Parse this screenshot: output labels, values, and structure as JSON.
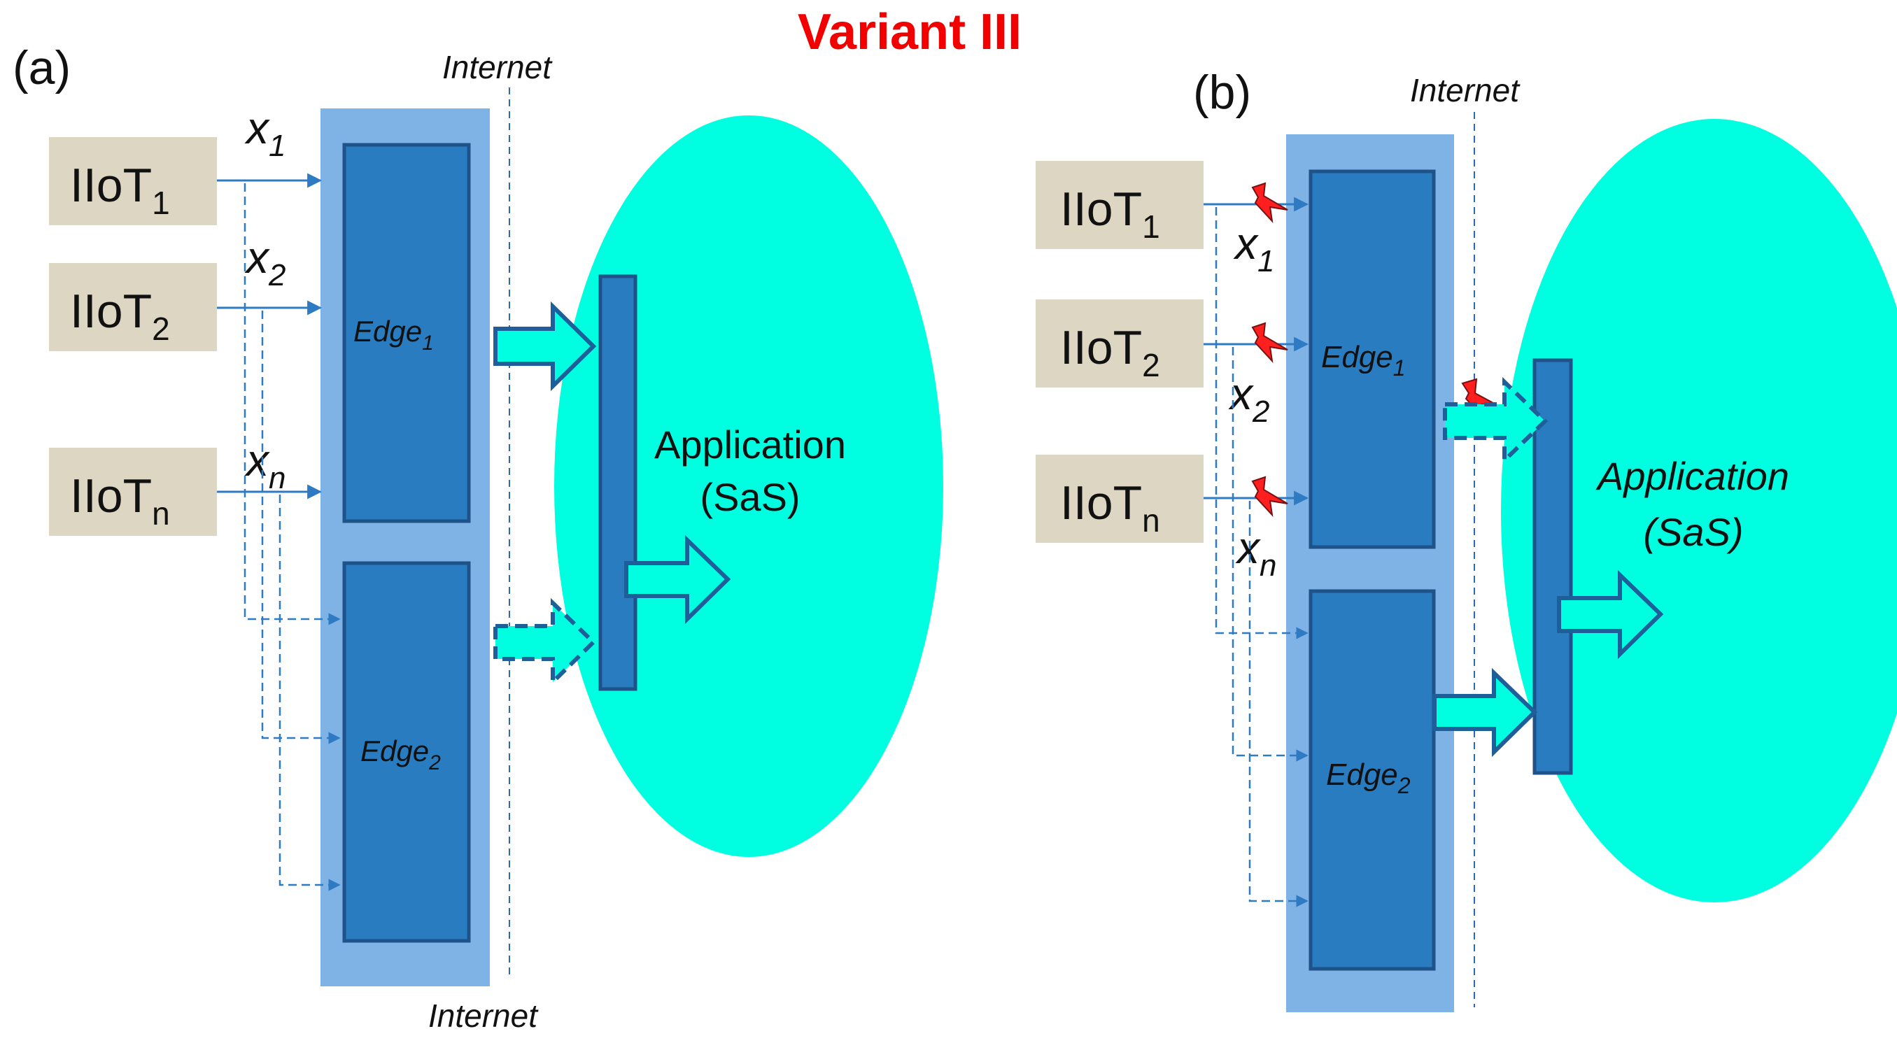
{
  "title": "Variant III",
  "colors": {
    "title": "#f20000",
    "iiot_box": "#ddd6c2",
    "layer": "#7fb3e6",
    "edge": "#2a7cc0",
    "edge_border": "#1f5288",
    "cloud": "#00ffe0",
    "fault": "#ff1f1f"
  },
  "panel_a": {
    "label": "(a)",
    "internet_top": "Internet",
    "internet_bottom": "Internet",
    "iiot": [
      {
        "name": "IIoT",
        "sub": "1"
      },
      {
        "name": "IIoT",
        "sub": "2"
      },
      {
        "name": "IIoT",
        "sub": "n"
      }
    ],
    "x": [
      {
        "name": "x",
        "sub": "1"
      },
      {
        "name": "x",
        "sub": "2"
      },
      {
        "name": "x",
        "sub": "n"
      }
    ],
    "edge1": {
      "name": "Edge",
      "sub": "1"
    },
    "edge2": {
      "name": "Edge",
      "sub": "2"
    },
    "app_line1": "Application",
    "app_line2": "(SaS)"
  },
  "panel_b": {
    "label": "(b)",
    "internet_top": "Internet",
    "iiot": [
      {
        "name": "IIoT",
        "sub": "1"
      },
      {
        "name": "IIoT",
        "sub": "2"
      },
      {
        "name": "IIoT",
        "sub": "n"
      }
    ],
    "x": [
      {
        "name": "x",
        "sub": "1"
      },
      {
        "name": "x",
        "sub": "2"
      },
      {
        "name": "x",
        "sub": "n"
      }
    ],
    "edge1": {
      "name": "Edge",
      "sub": "1"
    },
    "edge2": {
      "name": "Edge",
      "sub": "2"
    },
    "app_line1": "Application",
    "app_line2": "(SaS)"
  }
}
